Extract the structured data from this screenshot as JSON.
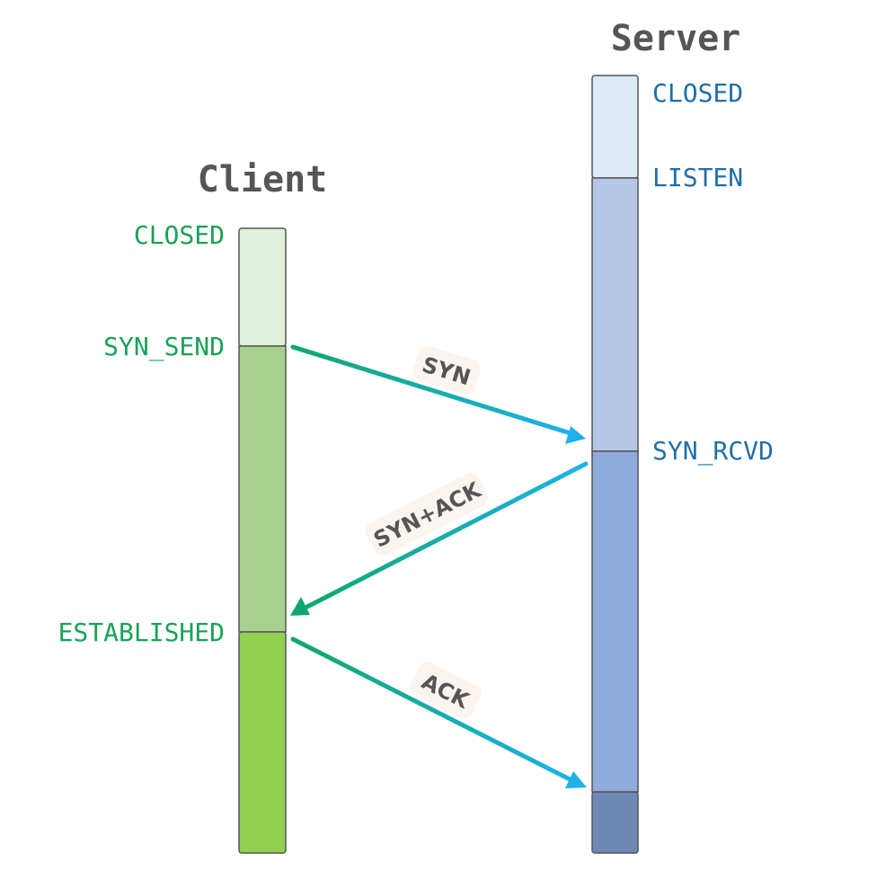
{
  "client": {
    "title": "Client",
    "states": [
      {
        "label": "CLOSED",
        "color": "#e0f2dc"
      },
      {
        "label": "SYN_SEND",
        "color": "#a8d18f"
      },
      {
        "label": "ESTABLISHED",
        "color": "#92d050"
      }
    ]
  },
  "server": {
    "title": "Server",
    "states": [
      {
        "label": "CLOSED",
        "color": "#ddeaf7"
      },
      {
        "label": "LISTEN",
        "color": "#b4c7e7"
      },
      {
        "label": "SYN_RCVD",
        "color": "#8faadc"
      },
      {
        "label": "",
        "color": "#6e89b5"
      }
    ]
  },
  "messages": [
    {
      "label": "SYN"
    },
    {
      "label": "SYN+ACK"
    },
    {
      "label": "ACK"
    }
  ],
  "colors": {
    "client_text": "#17a355",
    "server_text": "#1f6fa8",
    "arrow_green": "#0fa86c",
    "arrow_blue": "#1fb1e8",
    "label_bg": "#fbf4ef"
  }
}
